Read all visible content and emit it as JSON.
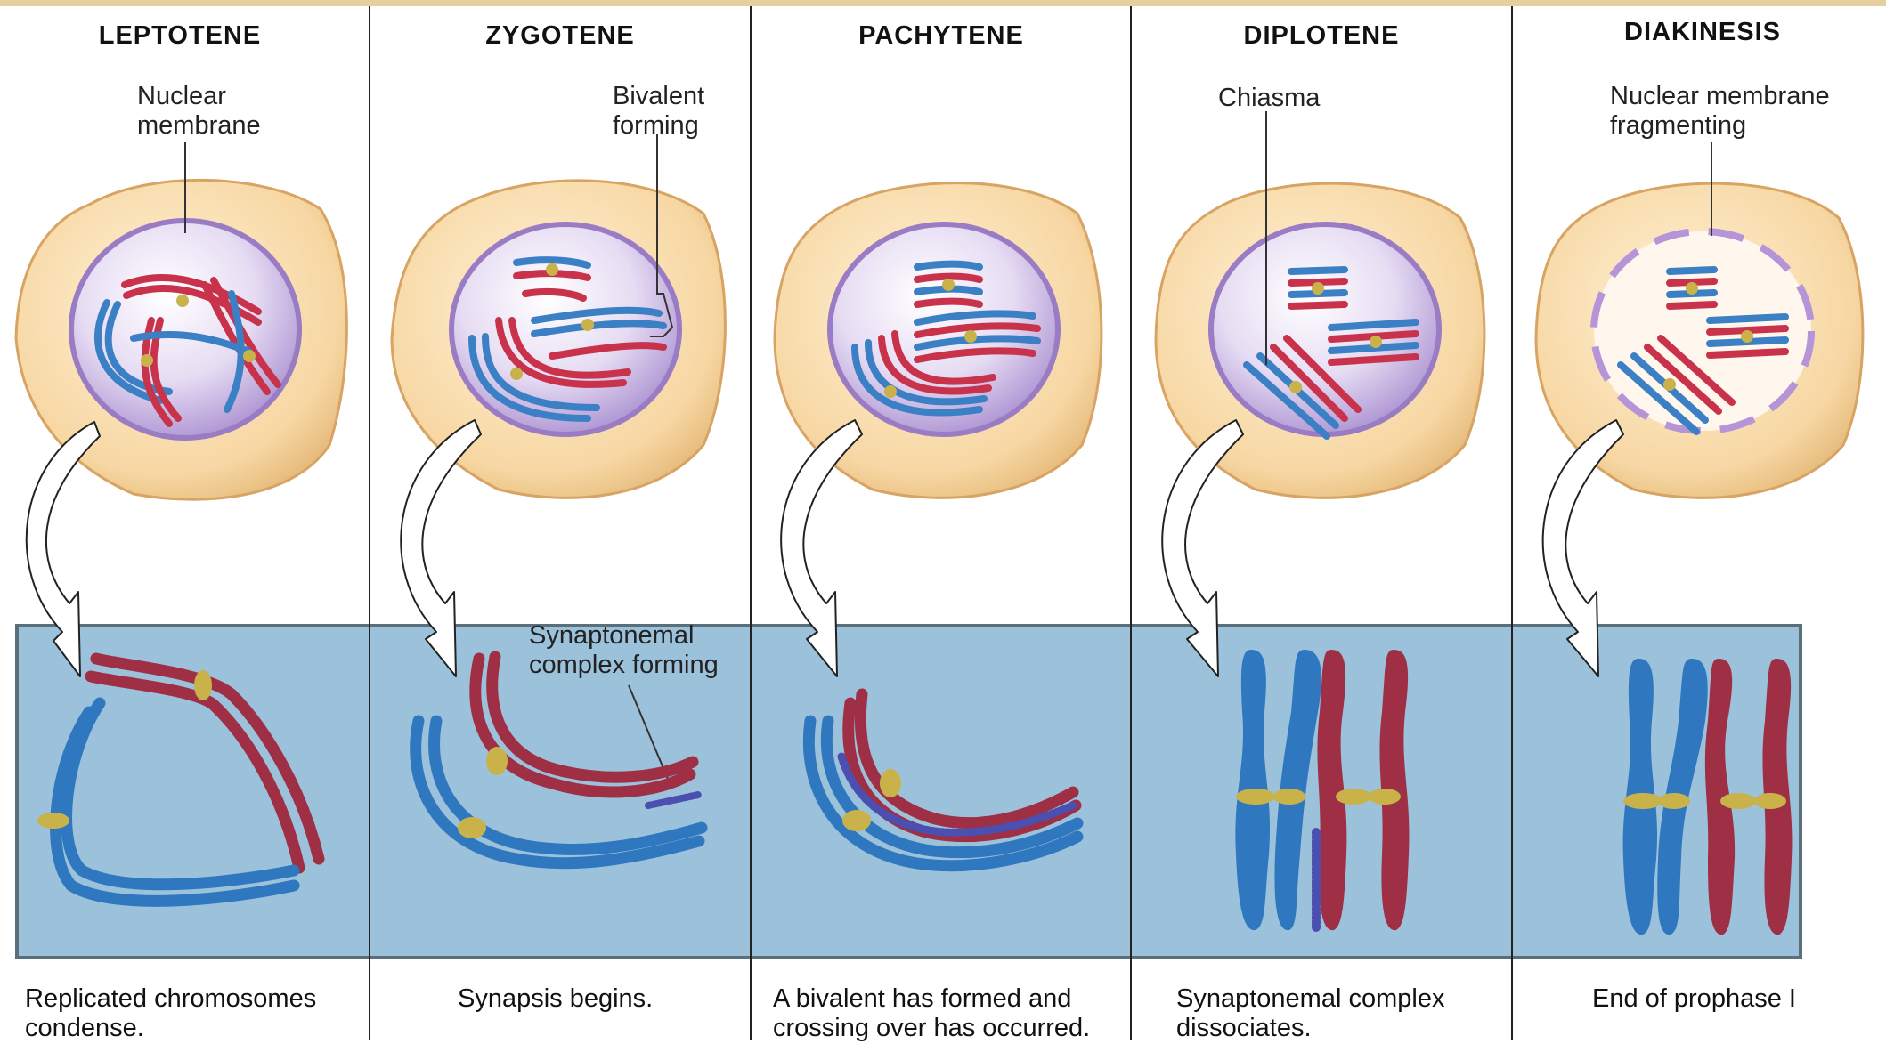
{
  "stages": [
    {
      "title": "LEPTOTENE",
      "caption": "Replicated chromosomes\ncondense."
    },
    {
      "title": "ZYGOTENE",
      "caption": "Synapsis begins."
    },
    {
      "title": "PACHYTENE",
      "caption": "A bivalent has formed and\ncrossing over has occurred."
    },
    {
      "title": "DIPLOTENE",
      "caption": "Synaptonemal complex\ndissociates."
    },
    {
      "title": "DIAKINESIS",
      "caption": "End of prophase I"
    }
  ],
  "labels": {
    "nuclear_membrane": "Nuclear\nmembrane",
    "bivalent_forming": "Bivalent\nforming",
    "chiasma": "Chiasma",
    "nuclear_membrane_fragmenting": "Nuclear membrane\nfragmenting",
    "synaptonemal_complex_forming": "Synaptonemal\ncomplex forming"
  },
  "colors": {
    "maternal": "#3b7fc4",
    "paternal": "#b03a4f",
    "cytoplasm": "#f7d9a8",
    "nucleus": "#b9a2d8",
    "strip": "#9cc2db",
    "topbar": "#e6cfa0",
    "centromere": "#c9b24a"
  }
}
